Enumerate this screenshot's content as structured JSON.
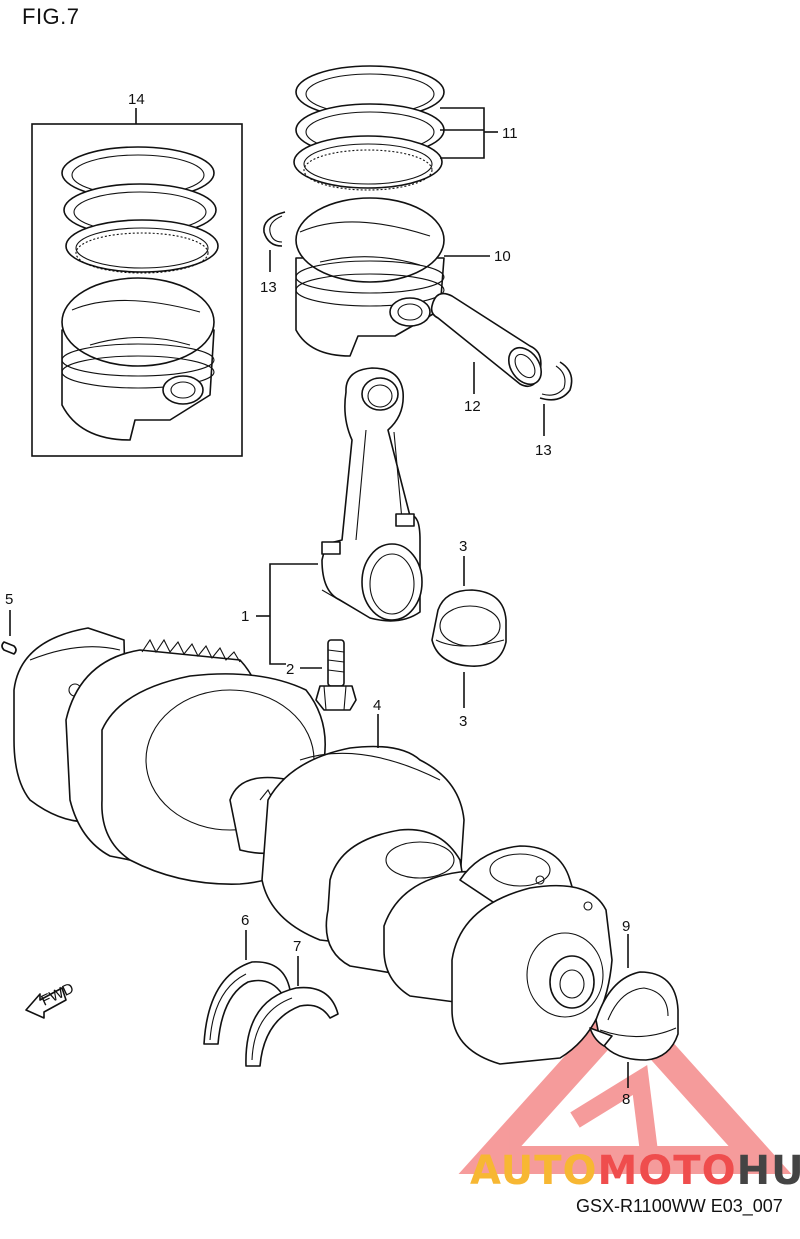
{
  "figure": {
    "title": "FIG.7",
    "code": "GSX-R1100WW  E03_007"
  },
  "watermark": {
    "part1": "AUTO",
    "part2": "MOTO",
    "part3": "HUB",
    "colors": {
      "auto": "#f7b733",
      "moto": "#ef4d4d",
      "hub": "#444444",
      "triangle": "#f48a8a"
    }
  },
  "fwd_label": "FWD",
  "callouts": {
    "c1": "1",
    "c2": "2",
    "c3a": "3",
    "c3b": "3",
    "c4": "4",
    "c5": "5",
    "c6": "6",
    "c7": "7",
    "c8": "8",
    "c9": "9",
    "c10": "10",
    "c11": "11",
    "c12": "12",
    "c13a": "13",
    "c13b": "13",
    "c14": "14"
  }
}
